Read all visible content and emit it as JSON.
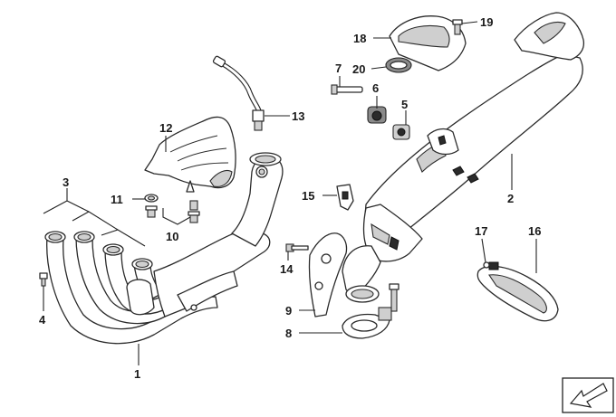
{
  "labels": {
    "p1": "1",
    "p2": "2",
    "p3": "3",
    "p4": "4",
    "p5": "5",
    "p6": "6",
    "p7": "7",
    "p8": "8",
    "p9": "9",
    "p10": "10",
    "p11": "11",
    "p12": "12",
    "p13": "13",
    "p14": "14",
    "p15": "15",
    "p16": "16",
    "p17": "17",
    "p18": "18",
    "p19": "19",
    "p20": "20"
  },
  "icon": "arrow-icon"
}
